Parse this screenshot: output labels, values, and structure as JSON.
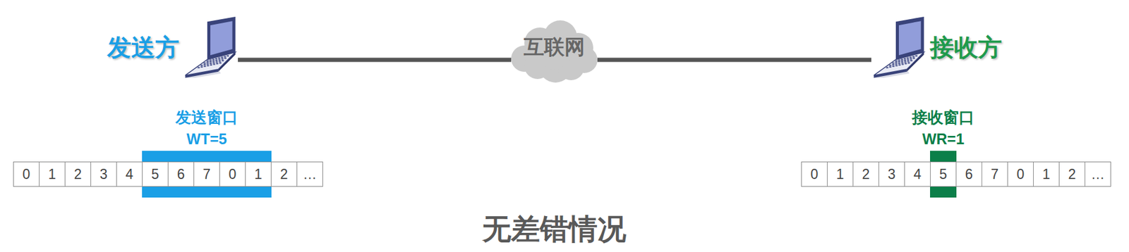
{
  "diagram": {
    "title": "无差错情况",
    "nodes": [
      {
        "text": [
          "发送方"
        ]
      },
      {
        "text": [
          "互联网"
        ]
      },
      {
        "text": [
          "接收方"
        ]
      },
      {
        "text": [
          "发送窗口",
          "WT=5"
        ]
      },
      {
        "text": [
          "接收窗口",
          "WR=1"
        ]
      }
    ],
    "edges": [
      {
        "from": 0,
        "to": 1,
        "arrow": "none"
      },
      {
        "from": 1,
        "to": 2,
        "arrow": "none"
      }
    ],
    "labels": [
      "0",
      "1",
      "2",
      "3",
      "4",
      "5",
      "6",
      "7",
      "0",
      "1",
      "2",
      "…",
      "0",
      "1",
      "2",
      "3",
      "4",
      "5",
      "6",
      "7",
      "0",
      "1",
      "2",
      "…"
    ]
  }
}
